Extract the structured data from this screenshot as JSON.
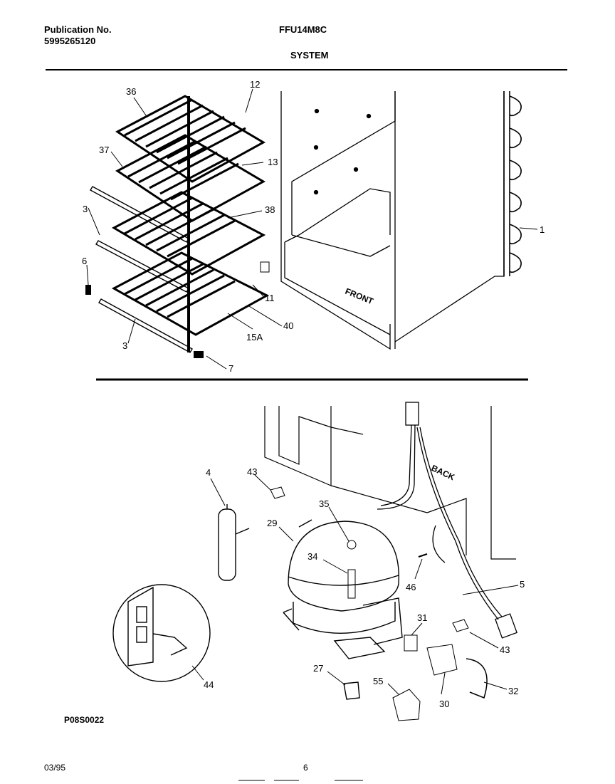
{
  "header": {
    "publication_label": "Publication No.",
    "publication_number": "5995265120",
    "model": "FFU14M8C",
    "section": "SYSTEM"
  },
  "labels": {
    "front": "FRONT",
    "back": "BACK",
    "figure_code": "P08S0022"
  },
  "callouts": {
    "c36": "36",
    "c37": "37",
    "c12": "12",
    "c13": "13",
    "c38": "38",
    "c3a": "3",
    "c3b": "3",
    "c6": "6",
    "c11": "11",
    "c40": "40",
    "c15a": "15A",
    "c7": "7",
    "c1": "1",
    "c4": "4",
    "c43a": "43",
    "c29": "29",
    "c35": "35",
    "c34": "34",
    "c46": "46",
    "c5": "5",
    "c31": "31",
    "c43b": "43",
    "c44": "44",
    "c27": "27",
    "c55": "55",
    "c30": "30",
    "c32": "32"
  },
  "footer": {
    "date": "03/95",
    "page": "6"
  }
}
